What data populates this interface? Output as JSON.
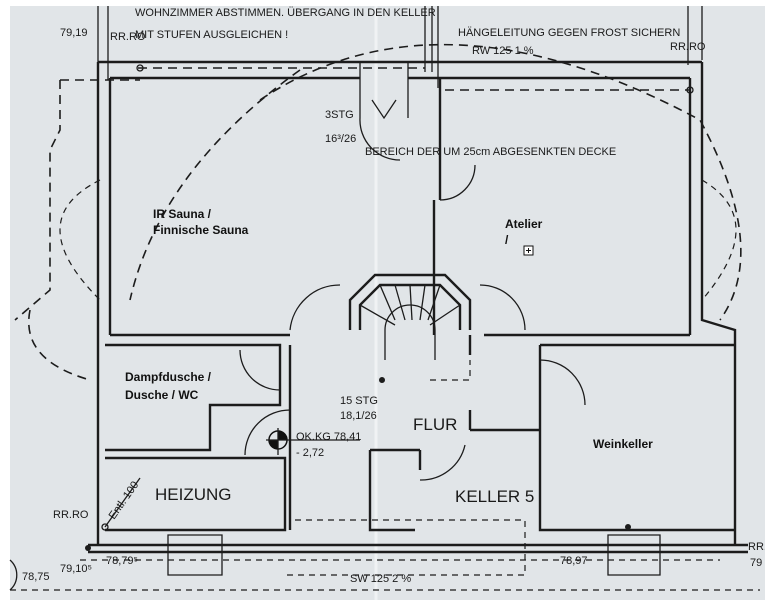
{
  "plan_notes": {
    "top_note_line1": "WOHNZIMMER ABSTIMMEN. ÜBERGANG IN DEN KELLER",
    "top_note_line2": "MIT STUFEN AUSGLEICHEN !",
    "frost_note": "HÄNGELEITUNG GEGEN FROST SICHERN",
    "rw_note": "RW 125 1 %",
    "ceiling_note": "BEREICH DER UM 25cm ABGESENKTEN DECKE",
    "stairs_top_count": "3STG",
    "stairs_top_ratio": "16³/26",
    "stairs_main_count": "15 STG",
    "stairs_main_ratio": "18,1/26",
    "level_mark_line1": "OK.KG 78,41",
    "level_mark_line2": "- 2,72",
    "vent_label": "Entl. 100",
    "sewer_note": "SW 125 2 %"
  },
  "elevations": {
    "top_left": "79,19",
    "bottom_left_1": "79,10⁵",
    "bottom_left_2": "78,79⁵",
    "bottom_left_3": "78,75",
    "bottom_right": "78,97",
    "right_edge": "79"
  },
  "pipe_labels": {
    "top_left": "RR.RO",
    "top_right": "RR.RO",
    "bottom_left": "RR.RO",
    "bottom_right": "RR.RO"
  },
  "rooms": {
    "flur": "FLUR",
    "heizung": "HEIZUNG",
    "keller5": "KELLER 5"
  },
  "annotations": {
    "sauna_line1": "IR Sauna /",
    "sauna_line2": "Finnische Sauna",
    "atelier_line1": "Atelier",
    "atelier_line2": "/",
    "dusche_line1": "Dampfdusche /",
    "dusche_line2": "Dusche / WC",
    "weinkeller": "Weinkeller"
  }
}
